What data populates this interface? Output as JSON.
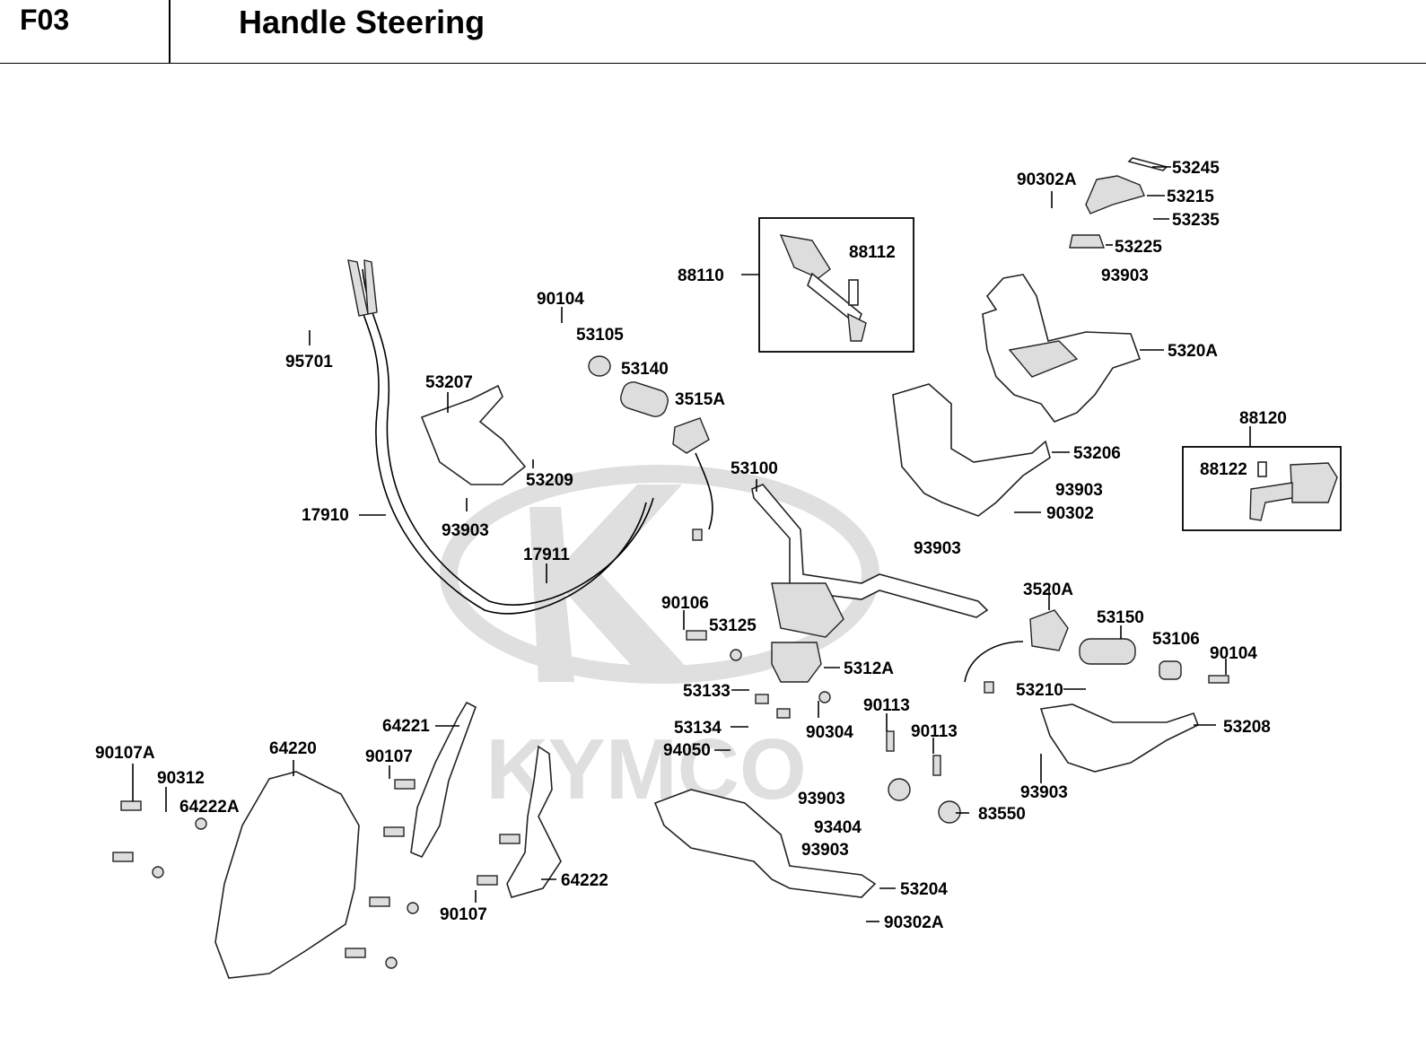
{
  "header": {
    "code": "F03",
    "title": "Handle Steering"
  },
  "watermark": {
    "text": "KYMCO",
    "color": "#d9d9d9"
  },
  "labels": {
    "p53245": "53245",
    "p90302A_top": "90302A",
    "p53215": "53215",
    "p53235": "53235",
    "p53225": "53225",
    "p93903_a": "93903",
    "p88112": "88112",
    "p88110": "88110",
    "p5320A": "5320A",
    "p90104_a": "90104",
    "p53105": "53105",
    "p53140": "53140",
    "p3515A": "3515A",
    "p95701": "95701",
    "p53207": "53207",
    "p53209": "53209",
    "p93903_b": "93903",
    "p17910": "17910",
    "p17911": "17911",
    "p53100": "53100",
    "p88120": "88120",
    "p88122": "88122",
    "p53206": "53206",
    "p93903_c": "93903",
    "p90302": "90302",
    "p93903_d": "93903",
    "p3520A": "3520A",
    "p53150": "53150",
    "p53106": "53106",
    "p90104_b": "90104",
    "p90106": "90106",
    "p53125": "53125",
    "p5312A": "5312A",
    "p53133": "53133",
    "p53210": "53210",
    "p53208": "53208",
    "p90113_a": "90113",
    "p90113_b": "90113",
    "p53134": "53134",
    "p90304": "90304",
    "p94050": "94050",
    "p93903_e": "93903",
    "p83550": "83550",
    "p93903_f": "93903",
    "p93404": "93404",
    "p93903_g": "93903",
    "p53204": "53204",
    "p90302A_bot": "90302A",
    "p64221": "64221",
    "p90107A": "90107A",
    "p64220": "64220",
    "p90107_a": "90107",
    "p90312": "90312",
    "p64222A": "64222A",
    "p64222": "64222",
    "p90107_b": "90107"
  }
}
